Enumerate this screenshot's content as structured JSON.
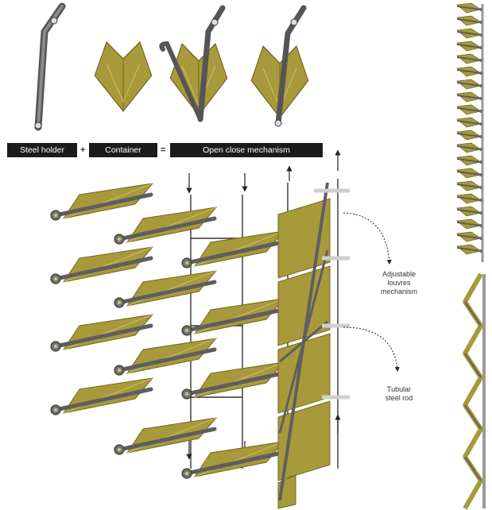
{
  "legend": {
    "holder": "Steel holder",
    "plus": "+",
    "container": "Container",
    "equals": "=",
    "mechanism": "Open close mechanism"
  },
  "annotations": {
    "louvres": [
      "Adjustable",
      "louvres",
      "mechanism"
    ],
    "rod": [
      "Tubular",
      "steel rod"
    ]
  },
  "colors": {
    "leaf": "#a89a3a",
    "leaf_dark": "#7d7428",
    "leaf_light": "#c8bd67",
    "steel": "#6d6d70",
    "steel_dark": "#3e3e41"
  }
}
